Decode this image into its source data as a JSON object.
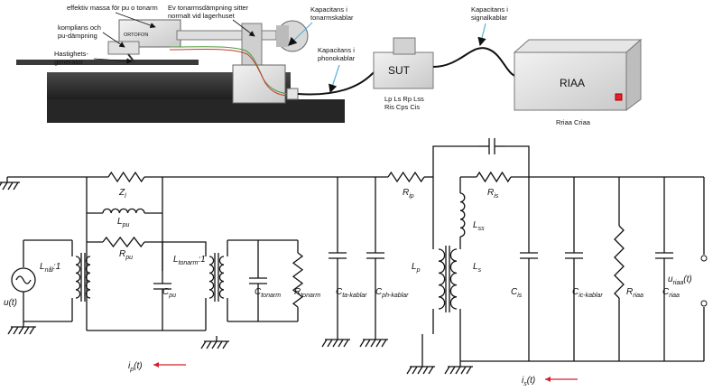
{
  "top": {
    "annotations": {
      "effective_mass": "effektiv massa för pu o tonarm",
      "compliance_1": "komplians och",
      "compliance_2": "pu-dämpning",
      "generator_1": "Hastighets-",
      "generator_2": "generator",
      "damping_1": "Ev tonarmsdämpning sitter",
      "damping_2": "normalt vid lagerhuset",
      "tonearm_cap_1": "Kapacitans i",
      "tonearm_cap_2": "tonarmskablar",
      "phono_cap_1": "Kapacitans i",
      "phono_cap_2": "phonokablar",
      "signal_cap_1": "Kapacitans i",
      "signal_cap_2": "signalkablar"
    },
    "cartridge_label": "ORTOFON",
    "sut": {
      "title": "SUT",
      "params_1": "Lp Ls Rp Lss",
      "params_2": "Ris Cps Cis"
    },
    "riaa": {
      "title": "RIAA",
      "params": "Rriaa Criaa"
    }
  },
  "circuit": {
    "source": {
      "main": "u",
      "rest": "(t)"
    },
    "transformer_pu": {
      "main": "L",
      "sub": "nål",
      "suffix": ":1"
    },
    "z": {
      "main": "Z",
      "sub": "l"
    },
    "l_pu": {
      "main": "L",
      "sub": "pu"
    },
    "r_pu": {
      "main": "R",
      "sub": "pu"
    },
    "c_pu": {
      "main": "C",
      "sub": "pu"
    },
    "transformer_arm": {
      "main": "L",
      "sub": "tonarm",
      "suffix": ":1"
    },
    "c_tonarm": {
      "main": "C",
      "sub": "tonarm"
    },
    "r_tonarm": {
      "main": "R",
      "sub": "tonarm"
    },
    "c_ta": {
      "main": "C",
      "sub": "ta-kablar"
    },
    "c_ph": {
      "main": "C",
      "sub": "ph-kablar"
    },
    "r_ip": {
      "main": "R",
      "sub": "ip"
    },
    "r_is": {
      "main": "R",
      "sub": "is"
    },
    "l_ss": {
      "main": "L",
      "sub": "ss"
    },
    "l_p": {
      "main": "L",
      "sub": "p"
    },
    "l_s": {
      "main": "L",
      "sub": "s"
    },
    "c_is": {
      "main": "C",
      "sub": "is"
    },
    "c_ic": {
      "main": "C",
      "sub": "ic-kablar"
    },
    "r_riaa": {
      "main": "R",
      "sub": "riaa"
    },
    "c_riaa": {
      "main": "C",
      "sub": "riaa"
    },
    "output": {
      "main": "u",
      "sub": "riaa",
      "rest": "(t)"
    },
    "current_p": {
      "main": "i",
      "sub": "p",
      "rest": "(t)"
    },
    "current_s": {
      "main": "i",
      "sub": "s",
      "rest": "(t)"
    }
  },
  "colors": {
    "arrow": "#d3212d",
    "cable": "#5ab0d8",
    "riaa_button": "#e8202a"
  }
}
